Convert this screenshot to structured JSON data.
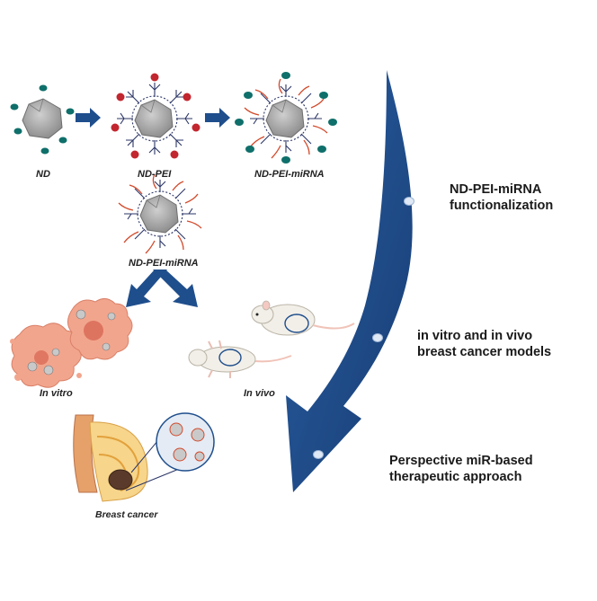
{
  "labels": {
    "nd": "ND",
    "nd_pei": "ND-PEI",
    "nd_pei_mirna_top": "ND-PEI-miRNA",
    "nd_pei_mirna_mid": "ND-PEI-miRNA",
    "in_vitro": "In vitro",
    "in_vivo": "In vivo",
    "breast_cancer": "Breast cancer"
  },
  "steps": [
    {
      "line1": "ND-PEI-miRNA",
      "line2": "functionalization"
    },
    {
      "line1": "in vitro and in vivo",
      "line2": "breast cancer models"
    },
    {
      "line1": "Perspective miR-based",
      "line2": "therapeutic approach"
    }
  ],
  "colors": {
    "arrow_blue": "#1f4e8c",
    "arrow_dark": "#163a6b",
    "teal_dot": "#0f6f6a",
    "red_dot": "#c2262e",
    "nd_gray": "#a8a8a8",
    "pei_navy": "#2b3566",
    "mirna_red": "#d24a2c",
    "cell_pink": "#f2a58d",
    "breast_yellow": "#f2c14a",
    "mouse_white": "#f2efe8"
  }
}
